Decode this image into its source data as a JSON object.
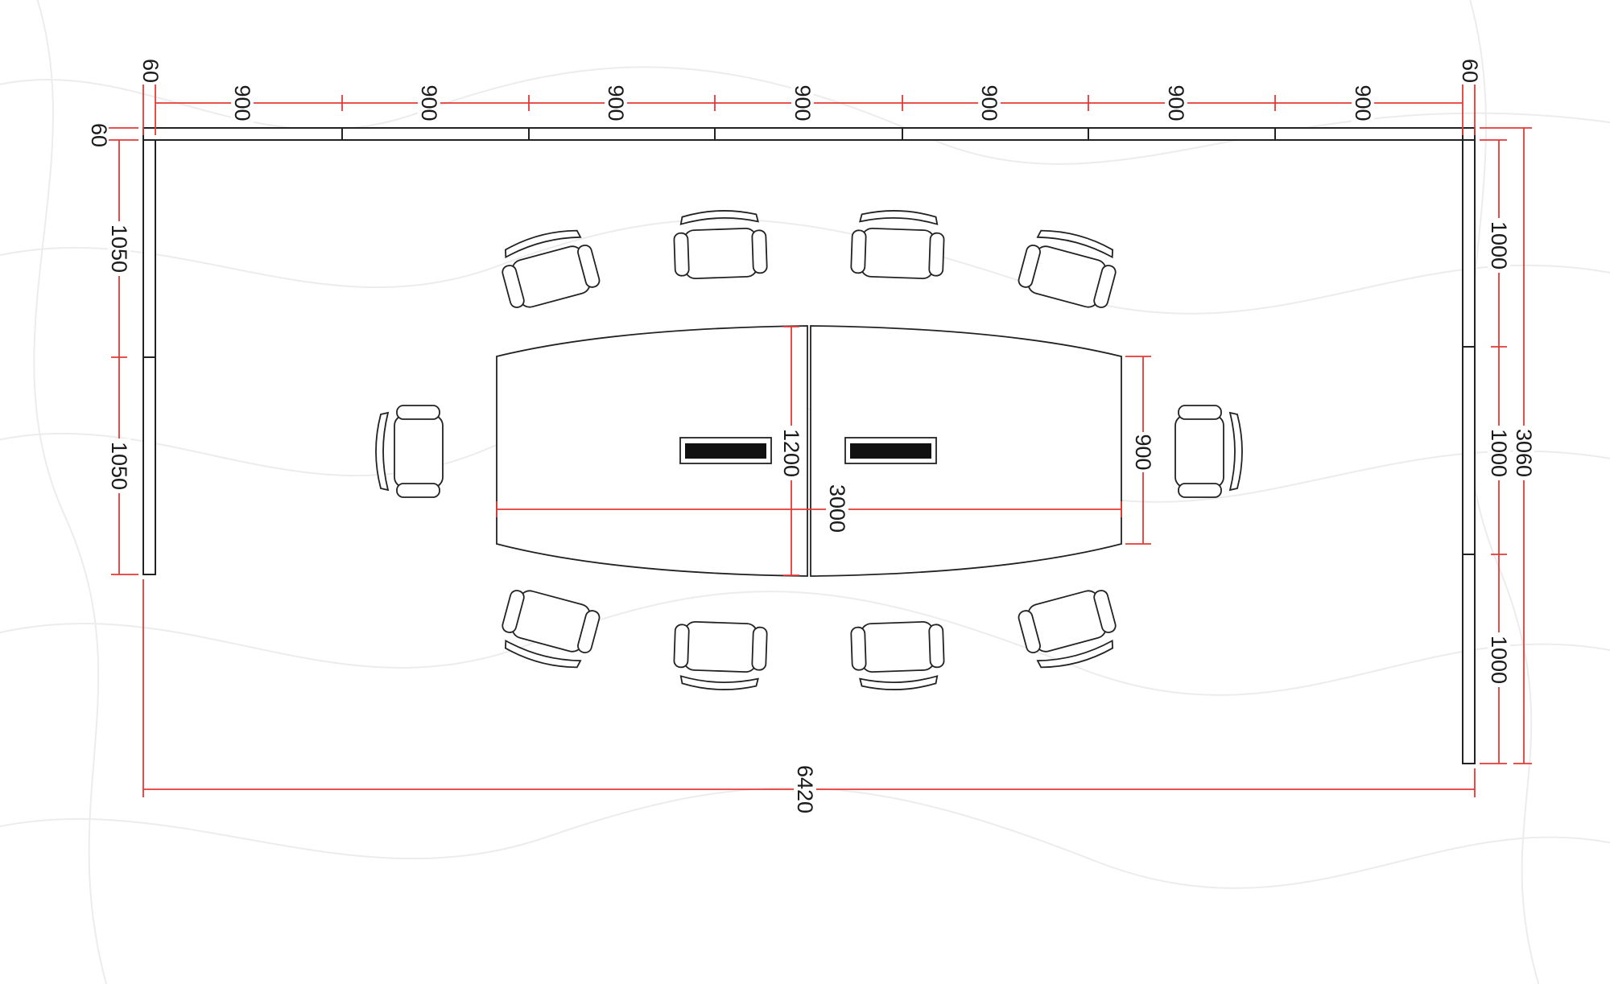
{
  "colors": {
    "dimension_line": "#e53935",
    "outline": "#222222",
    "background": "#ffffff"
  },
  "dimensions": {
    "top_segments": [
      "900",
      "900",
      "900",
      "900",
      "900",
      "900",
      "900"
    ],
    "top_left_end": "60",
    "top_right_end": "60",
    "left_wall_thickness": "60",
    "left_segments": [
      "1050",
      "1050"
    ],
    "right_segments": [
      "1000",
      "1000",
      "1000"
    ],
    "right_total": "3060",
    "bottom_total": "6420",
    "table_length": "3000",
    "table_width_center": "1200",
    "table_width_end": "900"
  },
  "objects": {
    "chair_count_top": 4,
    "chair_count_bottom": 4,
    "chair_count_ends": 2,
    "power_box_icons": [
      "power-box-icon",
      "power-box-icon"
    ]
  }
}
